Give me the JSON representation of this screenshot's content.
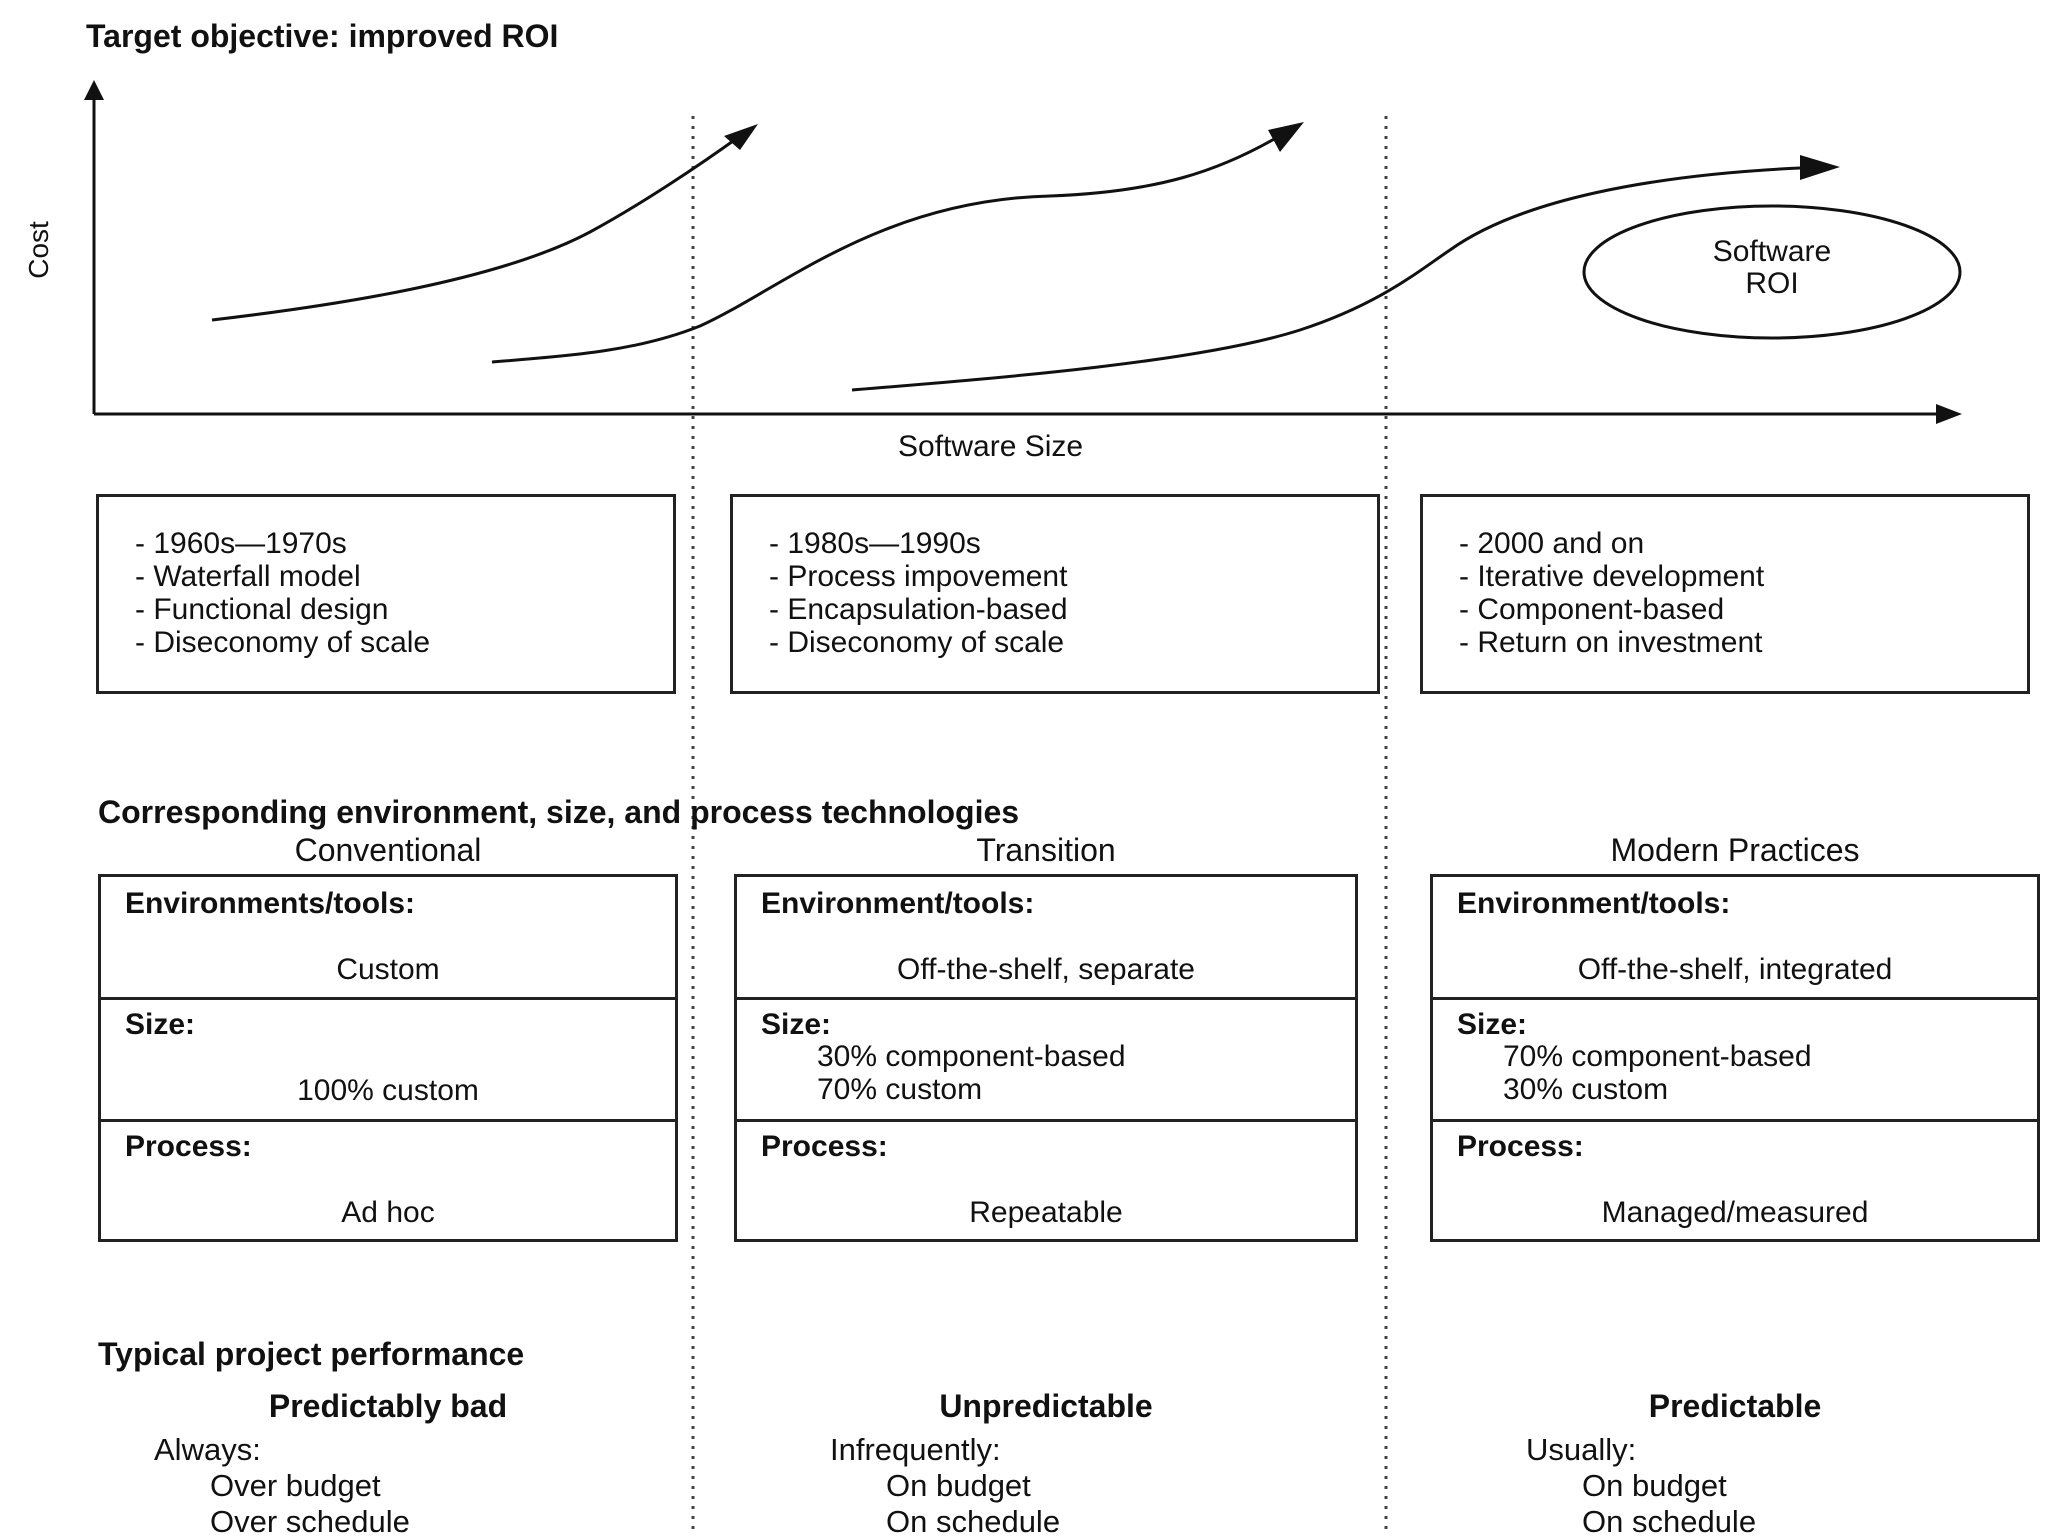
{
  "title": "Target objective: improved ROI",
  "chart": {
    "y_axis_label": "Cost",
    "x_axis_label": "Software Size",
    "callout": [
      "Software",
      "ROI"
    ]
  },
  "eras": [
    {
      "lines": [
        "- 1960s—1970s",
        "- Waterfall model",
        "- Functional design",
        "- Diseconomy of scale"
      ]
    },
    {
      "lines": [
        "- 1980s—1990s",
        "- Process impovement",
        "- Encapsulation-based",
        "- Diseconomy of scale"
      ]
    },
    {
      "lines": [
        "- 2000 and on",
        "- Iterative development",
        "- Component-based",
        "- Return on investment"
      ]
    }
  ],
  "tech_heading": "Corresponding environment, size, and process technologies",
  "technologies": [
    {
      "column_title": "Conventional",
      "environment_label": "Environments/tools:",
      "environment_value": "Custom",
      "size_label": "Size:",
      "size_lines": [
        "100% custom"
      ],
      "process_label": "Process:",
      "process_value": "Ad hoc"
    },
    {
      "column_title": "Transition",
      "environment_label": "Environment/tools:",
      "environment_value": "Off-the-shelf, separate",
      "size_label": "Size:",
      "size_lines": [
        "30% component-based",
        "70% custom"
      ],
      "process_label": "Process:",
      "process_value": "Repeatable"
    },
    {
      "column_title": "Modern Practices",
      "environment_label": "Environment/tools:",
      "environment_value": "Off-the-shelf, integrated",
      "size_label": "Size:",
      "size_lines": [
        "70% component-based",
        "30% custom"
      ],
      "process_label": "Process:",
      "process_value": "Managed/measured"
    }
  ],
  "perf_heading": "Typical project performance",
  "performance": [
    {
      "title": "Predictably bad",
      "qualifier": "Always:",
      "items": [
        "Over budget",
        "Over schedule"
      ]
    },
    {
      "title": "Unpredictable",
      "qualifier": "Infrequently:",
      "items": [
        "On budget",
        "On schedule"
      ]
    },
    {
      "title": "Predictable",
      "qualifier": "Usually:",
      "items": [
        "On budget",
        "On schedule"
      ]
    }
  ]
}
